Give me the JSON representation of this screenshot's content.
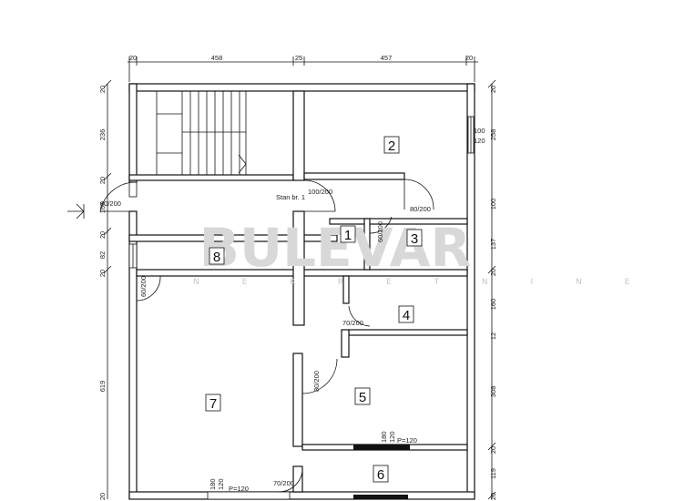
{
  "watermark": {
    "brand": "BULEVAR",
    "tagline": "N E K R E T N I N E"
  },
  "dimensions": {
    "top": [
      "20",
      "458",
      "25",
      "457",
      "20"
    ],
    "right": [
      "20",
      "258",
      "100",
      "137",
      "20",
      "160",
      "12",
      "308",
      "20",
      "119",
      "20"
    ],
    "left": [
      "20",
      "236",
      "20",
      "165",
      "20",
      "82",
      "20",
      "619",
      "20"
    ]
  },
  "rooms": [
    "1",
    "2",
    "3",
    "4",
    "5",
    "6",
    "7",
    "8"
  ],
  "apartment_label": "Stan br. 1",
  "doors": {
    "entrance": "90/200",
    "hall": "100/200",
    "d3_left": "60/200",
    "d3_top": "80/200",
    "d7": "60/200",
    "d4": "70/200",
    "d5": "80/200",
    "d6": "70/200"
  },
  "windows": {
    "w2_a": "100",
    "w2_b": "120",
    "w5_a": "180",
    "w5_b": "120",
    "w5_p": "P=120",
    "w7_a": "180",
    "w7_b": "120",
    "w7_p": "P=120"
  }
}
